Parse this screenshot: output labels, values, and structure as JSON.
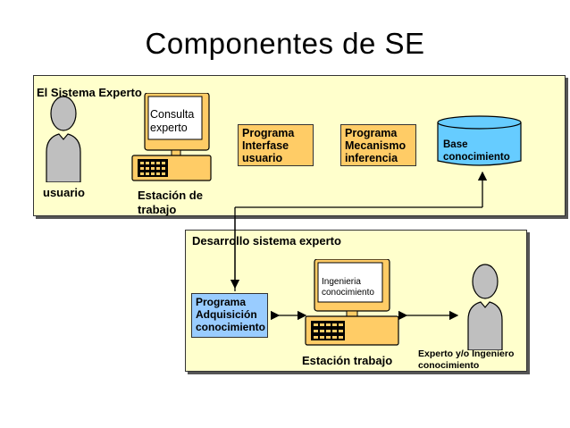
{
  "title": "Componentes de SE",
  "top_panel": {
    "label": "El Sistema Experto",
    "user_label": "usuario",
    "screen_text": "Consulta experto",
    "workstation_label": "Estación de trabajo",
    "programs": [
      "Programa Interfase usuario",
      "Programa Mecanismo inferencia"
    ],
    "database_label": "Base conocimiento"
  },
  "bottom_panel": {
    "label": "Desarrollo sistema experto",
    "program_label": "Programa Adquisición conocimiento",
    "screen_text": "Ingenieria conocimiento",
    "workstation_label": "Estación trabajo",
    "expert_label": "Experto y/o Ingeniero conocimiento"
  },
  "colors": {
    "panel_bg": "#ffffcc",
    "program_yellow": "#ffcc66",
    "program_blue": "#99ccff",
    "database": "#66ccff",
    "computer": "#ffcc66",
    "person": "#bfbfbf"
  }
}
